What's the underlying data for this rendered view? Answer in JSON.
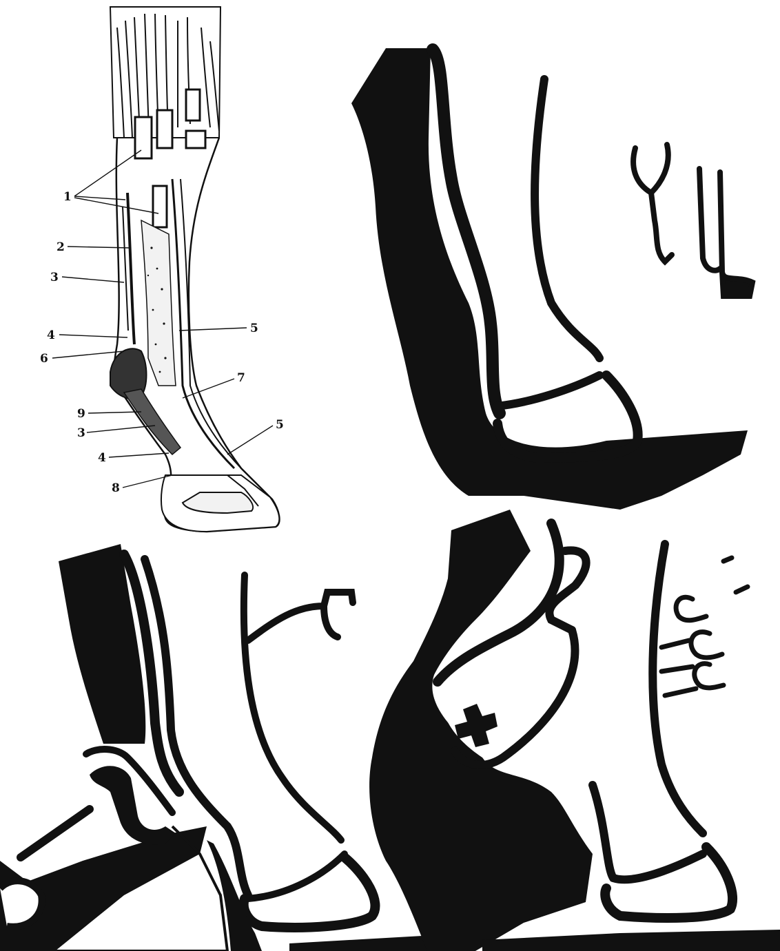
{
  "anatomy_labels": [
    {
      "id": "l1",
      "text": "1"
    },
    {
      "id": "l2",
      "text": "2"
    },
    {
      "id": "l3a",
      "text": "3"
    },
    {
      "id": "l4a",
      "text": "4"
    },
    {
      "id": "l5a",
      "text": "5"
    },
    {
      "id": "l6",
      "text": "6"
    },
    {
      "id": "l7",
      "text": "7"
    },
    {
      "id": "l9",
      "text": "9"
    },
    {
      "id": "l3b",
      "text": "3"
    },
    {
      "id": "l5b",
      "text": "5"
    },
    {
      "id": "l4b",
      "text": "4"
    },
    {
      "id": "l8",
      "text": "8"
    }
  ],
  "colors": {
    "ink": "#111111",
    "paper": "#ffffff",
    "shade": "#1a1a1a"
  }
}
